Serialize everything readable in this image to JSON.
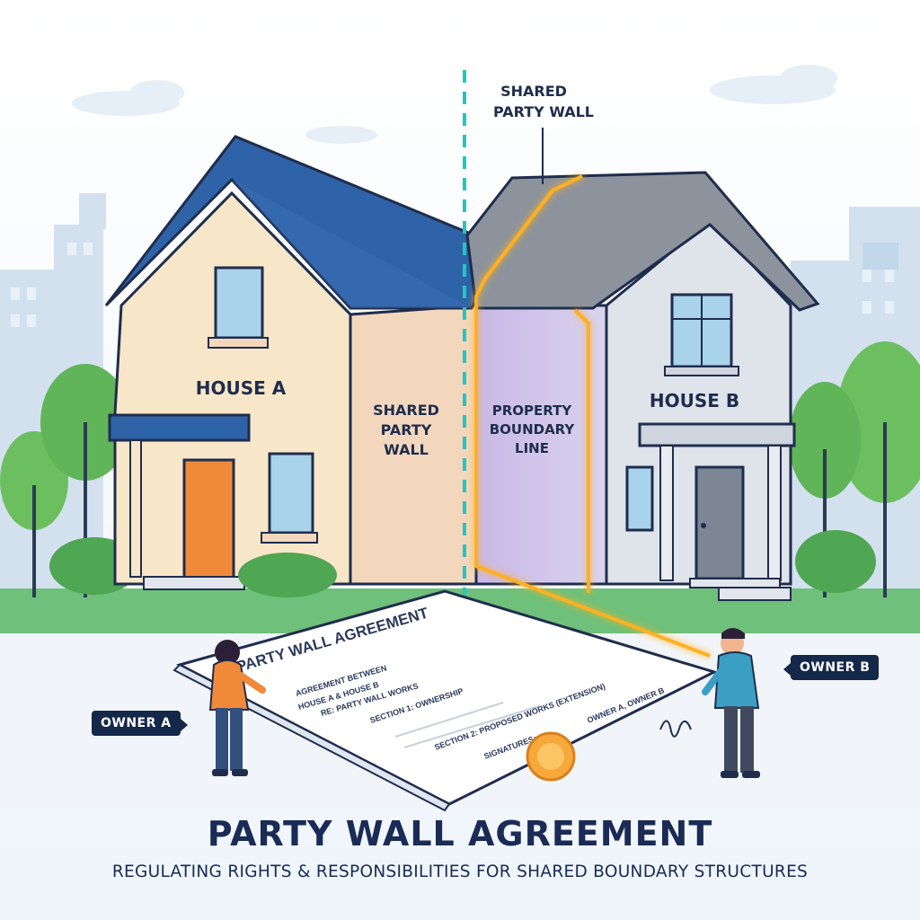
{
  "labels": {
    "shared_party_wall_top_line1": "SHARED",
    "shared_party_wall_top_line2": "PARTY WALL",
    "house_a": "HOUSE A",
    "house_b": "HOUSE B",
    "shared_party_wall_side_line1": "SHARED",
    "shared_party_wall_side_line2": "PARTY",
    "shared_party_wall_side_line3": "WALL",
    "boundary_line1": "PROPERTY",
    "boundary_line2": "BOUNDARY",
    "boundary_line3": "LINE",
    "owner_a": "OWNER A",
    "owner_b": "OWNER B"
  },
  "document": {
    "heading": "PARTY WALL AGREEMENT",
    "line1": "AGREEMENT BETWEEN",
    "line2": "HOUSE A & HOUSE B",
    "line3": "RE: PARTY WALL WORKS",
    "section1": "SECTION 1: OWNERSHIP",
    "section2": "SECTION 2: PROPOSED WORKS (EXTENSION)",
    "signatures": "SIGNATURES:",
    "signers": "OWNER A, OWNER B"
  },
  "footer": {
    "title": "PARTY WALL AGREEMENT",
    "subtitle": "REGULATING RIGHTS & RESPONSIBILITIES FOR SHARED BOUNDARY STRUCTURES"
  },
  "colors": {
    "house_a_wall": "#f7e6c8",
    "house_a_roof": "#2f63a8",
    "house_b_wall": "#dfe3ea",
    "house_b_roof": "#8c939c",
    "boundary_glow": "#ffb020",
    "wall_line": "#22c7c0",
    "navy": "#14284a"
  }
}
